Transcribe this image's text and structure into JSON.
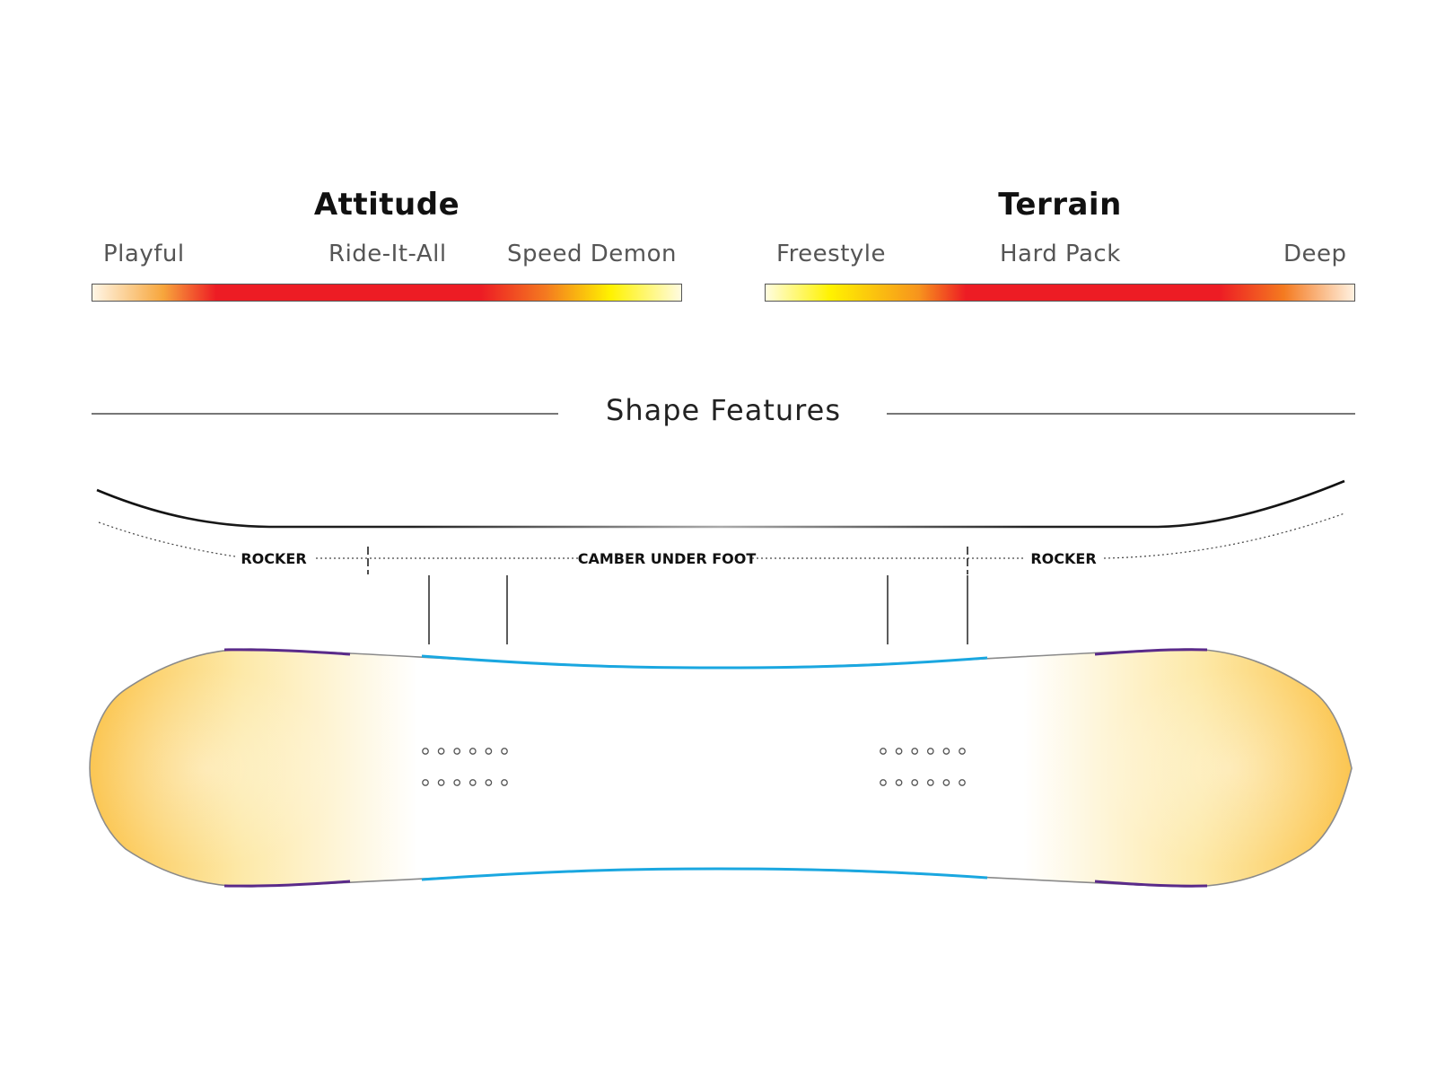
{
  "meters": {
    "attitude": {
      "title": "Attitude",
      "labels": [
        "Playful",
        "Ride-It-All",
        "Speed Demon"
      ]
    },
    "terrain": {
      "title": "Terrain",
      "labels": [
        "Freestyle",
        "Hard Pack",
        "Deep"
      ]
    }
  },
  "shape_features": {
    "title": "Shape Features",
    "profile_labels": {
      "rocker_left": "ROCKER",
      "camber": "CAMBER UNDER FOOT",
      "rocker_right": "ROCKER"
    }
  },
  "colors": {
    "heat_red": "#ed1c24",
    "heat_yellow": "#fff200",
    "sidecut_blue": "#1aa7e0",
    "edge_purple": "#5a2a8a",
    "board_glow": "#fbc34a"
  }
}
